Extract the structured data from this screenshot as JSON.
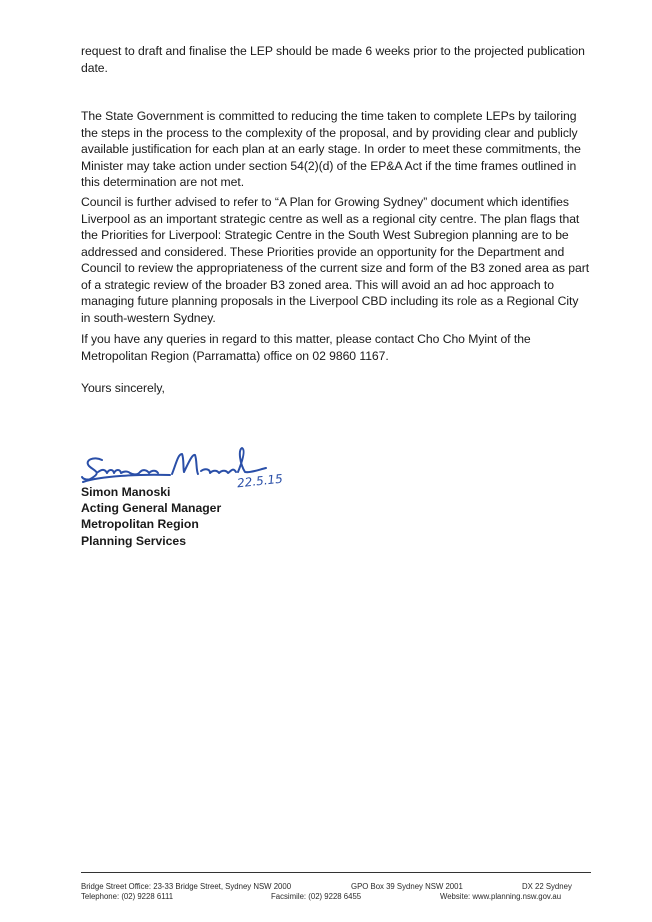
{
  "letter": {
    "paragraphs": [
      "request to draft and finalise the LEP should be made 6 weeks prior to the projected publication date.",
      "The State Government is committed to reducing the time taken to complete LEPs by tailoring the steps in the process to the complexity of the proposal, and by providing clear and publicly available justification for each plan at an early stage. In order to meet these commitments, the Minister may take action under section 54(2)(d) of the EP&A Act if the time frames outlined in this determination are not met.",
      "Council is further advised to refer to “A Plan for Growing Sydney” document which identifies Liverpool as an important strategic centre as well as a regional city centre. The plan flags that the Priorities for Liverpool: Strategic Centre in the South West Subregion planning are to be addressed and considered. These Priorities provide an opportunity for the Department and Council to review the appropriateness of the current size and form of the B3 zoned area as part of a strategic review of the broader B3 zoned area. This will avoid an ad hoc approach to managing future planning proposals in the Liverpool CBD including its role as a Regional City in south-western Sydney.",
      "If you have any queries in regard to this matter, please contact Cho Cho Myint of the Metropolitan Region (Parramatta) office on 02 9860 1167.",
      "Yours sincerely,"
    ],
    "signature_date": "22.5.15",
    "signatory": {
      "name": "Simon Manoski",
      "title": "Acting General Manager",
      "region": "Metropolitan Region",
      "division": "Planning Services"
    },
    "signature_ink_color": "#2a4fa8"
  },
  "footer": {
    "office": "Bridge Street Office: 23-33 Bridge Street, Sydney NSW 2000",
    "gpo": "GPO Box 39 Sydney NSW 2001",
    "dx": "DX 22 Sydney",
    "telephone": "Telephone: (02) 9228 6111",
    "facsimile": "Facsimile: (02) 9228 6455",
    "website": "Website: www.planning.nsw.gov.au"
  }
}
